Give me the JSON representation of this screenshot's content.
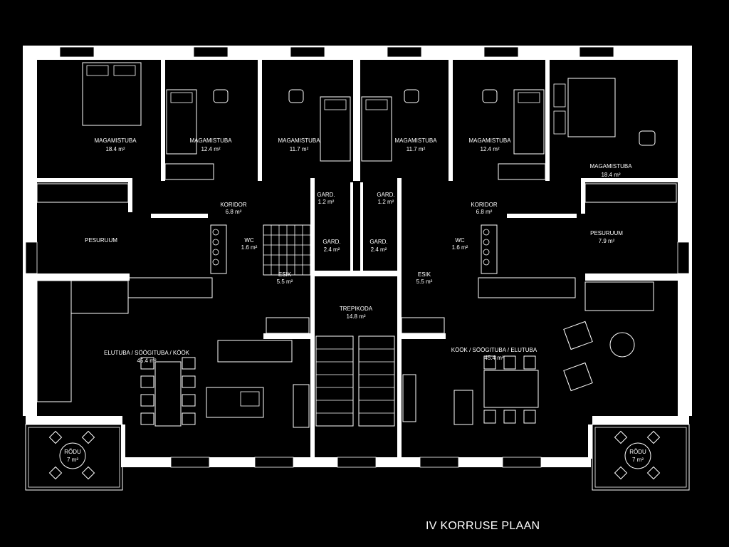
{
  "title": "IV KORRUSE PLAAN",
  "rooms": [
    {
      "label": "MAGAMISTUBA",
      "area": "18.4 m²"
    },
    {
      "label": "MAGAMISTUBA",
      "area": "12.4 m²"
    },
    {
      "label": "MAGAMISTUBA",
      "area": "11.7 m²"
    },
    {
      "label": "MAGAMISTUBA",
      "area": "11.7 m²"
    },
    {
      "label": "MAGAMISTUBA",
      "area": "12.4 m²"
    },
    {
      "label": "MAGAMISTUBA",
      "area": "18.4 m²"
    },
    {
      "label": "KORIDOR",
      "area": "6.8 m²"
    },
    {
      "label": "KORIDOR",
      "area": "6.8 m²"
    },
    {
      "label": "GARD.",
      "area": "1.2 m²"
    },
    {
      "label": "GARD.",
      "area": "1.2 m²"
    },
    {
      "label": "GARD.",
      "area": "2.4 m²"
    },
    {
      "label": "GARD.",
      "area": "2.4 m²"
    },
    {
      "label": "PESURUUM",
      "area": ""
    },
    {
      "label": "PESURUUM",
      "area": "7.9 m²"
    },
    {
      "label": "WC",
      "area": "1.6 m²"
    },
    {
      "label": "WC",
      "area": "1.6 m²"
    },
    {
      "label": "ESIK",
      "area": "5.5 m²"
    },
    {
      "label": "ESIK",
      "area": "5.5 m²"
    },
    {
      "label": "TREPIKODA",
      "area": "14.8 m²"
    },
    {
      "label": "ELUTUBA / SÖÖGITUBA / KÖÖK",
      "area": "45.4 m²"
    },
    {
      "label": "KÖÖK / SÖÖGITUBA / ELUTUBA",
      "area": "45.4 m²"
    },
    {
      "label": "RÕDU",
      "area": "7 m²"
    },
    {
      "label": "RÕDU",
      "area": "7 m²"
    }
  ],
  "colors": {
    "background": "#000000",
    "lines": "#ffffff"
  }
}
